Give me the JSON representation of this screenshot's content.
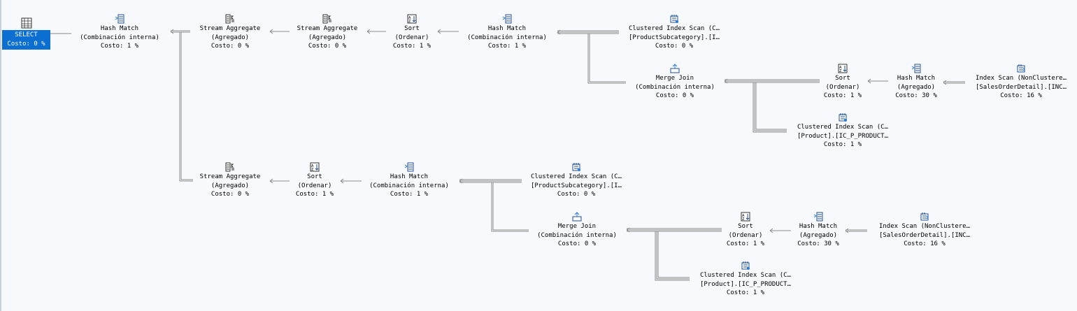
{
  "select": {
    "title": "SELECT",
    "cost": "Costo: 0 %"
  },
  "upper": {
    "hash_match_1": {
      "title": "Hash Match",
      "sub": "(Combinación interna)",
      "cost": "Costo: 1 %"
    },
    "stream_agg_1": {
      "title": "Stream Aggregate",
      "sub": "(Agregado)",
      "cost": "Costo: 0 %"
    },
    "stream_agg_2": {
      "title": "Stream Aggregate",
      "sub": "(Agregado)",
      "cost": "Costo: 0 %"
    },
    "sort_1": {
      "title": "Sort",
      "sub": "(Ordenar)",
      "cost": "Costo: 1 %"
    },
    "hash_match_2": {
      "title": "Hash Match",
      "sub": "(Combinación interna)",
      "cost": "Costo: 1 %"
    },
    "clustered_scan_subcat": {
      "title": "Clustered Index Scan (C…",
      "sub": "[ProductSubcategory].[I…",
      "cost": "Costo: 0 %"
    },
    "merge_join": {
      "title": "Merge Join",
      "sub": "(Combinación interna)",
      "cost": "Costo: 0 %"
    },
    "sort_2": {
      "title": "Sort",
      "sub": "(Ordenar)",
      "cost": "Costo: 1 %"
    },
    "hash_match_agg": {
      "title": "Hash Match",
      "sub": "(Agregado)",
      "cost": "Costo: 30 %"
    },
    "index_scan_sod": {
      "title": "Index Scan (NonClustere…",
      "sub": "[SalesOrderDetail].[INC…",
      "cost": "Costo: 16 %"
    },
    "clustered_scan_product": {
      "title": "Clustered Index Scan (C…",
      "sub": "[Product].[IC_P_PRODUCT…",
      "cost": "Costo: 1 %"
    }
  },
  "lower": {
    "stream_agg": {
      "title": "Stream Aggregate",
      "sub": "(Agregado)",
      "cost": "Costo: 0 %"
    },
    "sort_1": {
      "title": "Sort",
      "sub": "(Ordenar)",
      "cost": "Costo: 1 %"
    },
    "hash_match": {
      "title": "Hash Match",
      "sub": "(Combinación interna)",
      "cost": "Costo: 1 %"
    },
    "clustered_scan_subcat": {
      "title": "Clustered Index Scan (C…",
      "sub": "[ProductSubcategory].[I…",
      "cost": "Costo: 0 %"
    },
    "merge_join": {
      "title": "Merge Join",
      "sub": "(Combinación interna)",
      "cost": "Costo: 0 %"
    },
    "sort_2": {
      "title": "Sort",
      "sub": "(Ordenar)",
      "cost": "Costo: 1 %"
    },
    "hash_match_agg": {
      "title": "Hash Match",
      "sub": "(Agregado)",
      "cost": "Costo: 30 %"
    },
    "index_scan_sod": {
      "title": "Index Scan (NonClustere…",
      "sub": "[SalesOrderDetail].[INC…",
      "cost": "Costo: 16 %"
    },
    "clustered_scan_product": {
      "title": "Clustered Index Scan (C…",
      "sub": "[Product].[IC_P_PRODUCT…",
      "cost": "Costo: 1 %"
    }
  },
  "icons": {
    "select": "select-table-icon",
    "hash_match": "hash-match-icon",
    "stream_aggregate": "stream-aggregate-icon",
    "sort": "sort-icon",
    "clustered_index_scan": "clustered-index-scan-icon",
    "merge_join": "merge-join-icon",
    "index_scan": "index-scan-icon"
  },
  "colors": {
    "selected": "#0a6fd0",
    "background": "#f8f9fd",
    "edge": "#8a8a8a"
  }
}
